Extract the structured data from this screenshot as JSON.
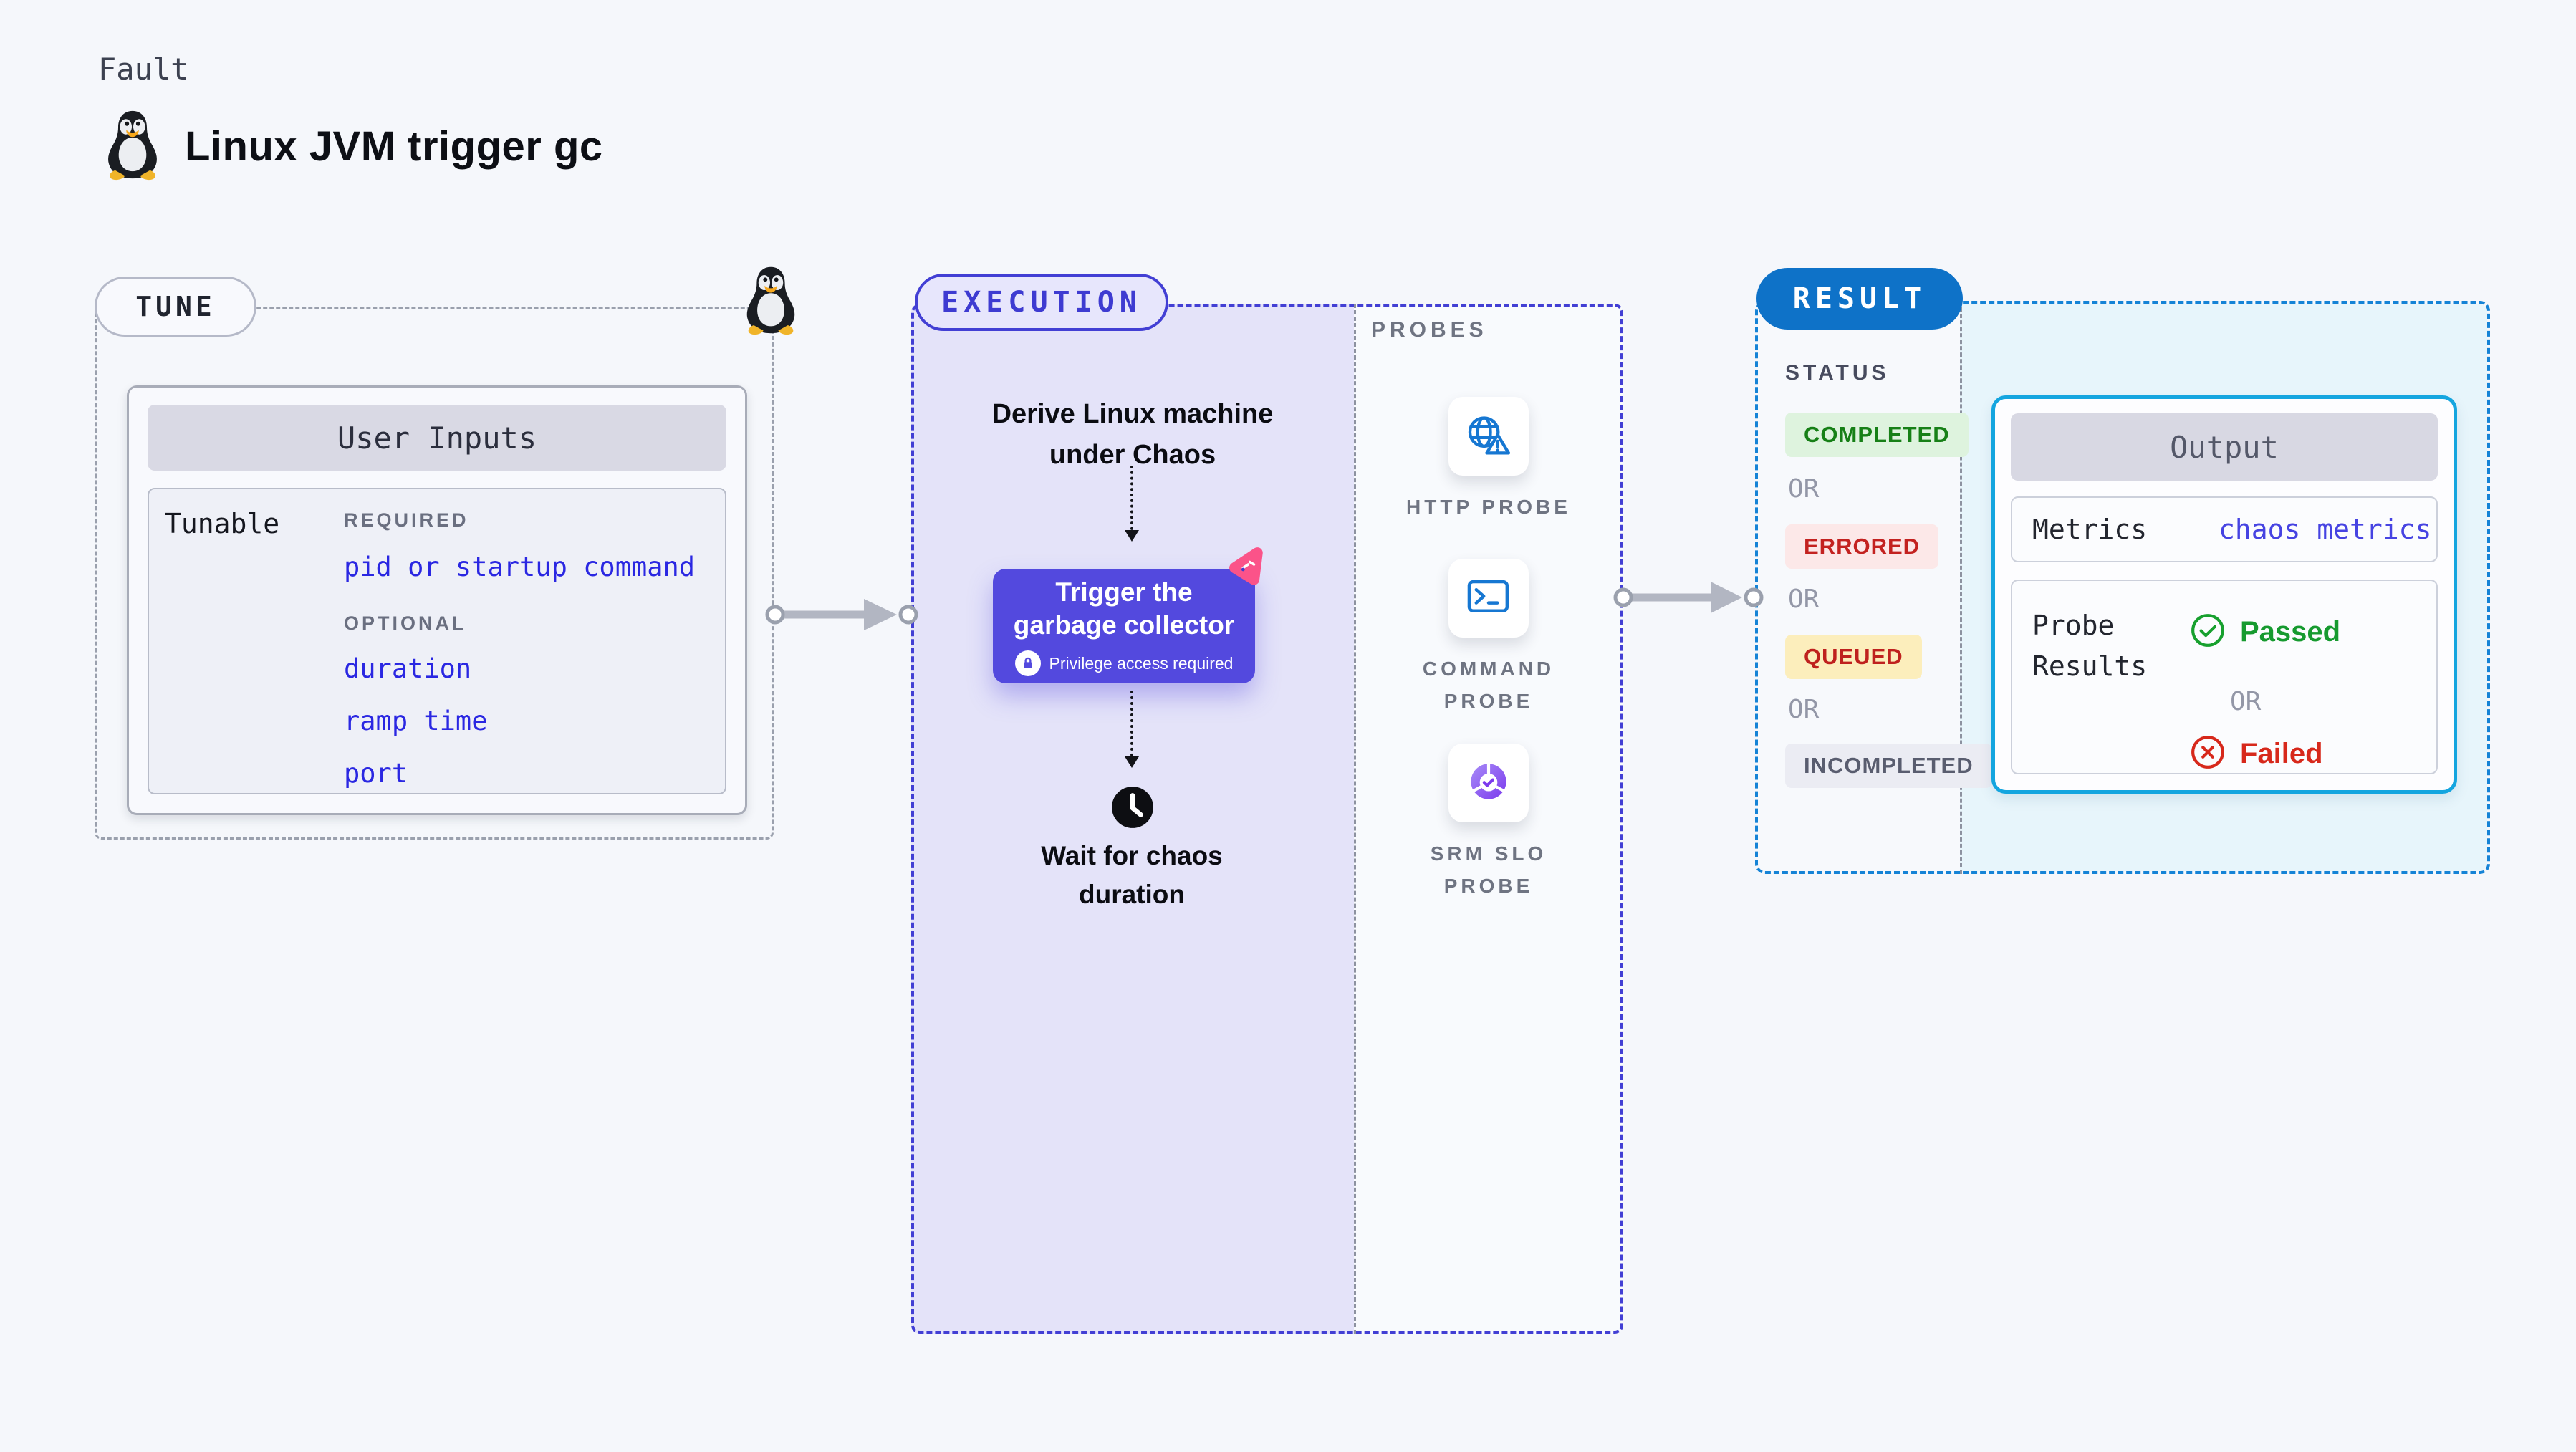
{
  "header": {
    "eyebrow": "Fault",
    "title": "Linux JVM trigger gc",
    "title_icon": "tux-penguin-icon"
  },
  "colors": {
    "page_bg": "#f5f7fb",
    "indigo_accent": "#423fd4",
    "execution_fill": "#e4e3f9",
    "action_button": "#5349de",
    "result_blue": "#0e72c8",
    "result_fill": "#e7f5fb",
    "output_border": "#14a5df",
    "probe_icon_blue": "#1677d2",
    "srm_purple": "#7c3aed",
    "chaos_pink": "#fb5389",
    "link_blue": "#2a27e2",
    "passed_green": "#17a02e",
    "failed_red": "#d7281b"
  },
  "tune": {
    "badge": "TUNE",
    "corner_icon": "tux-penguin-icon",
    "card": {
      "header": "User Inputs",
      "row_label": "Tunable",
      "required_label": "REQUIRED",
      "required_items": [
        {
          "label": "pid or startup command"
        }
      ],
      "optional_label": "OPTIONAL",
      "optional_items": [
        {
          "label": "duration"
        },
        {
          "label": "ramp time"
        },
        {
          "label": "port"
        }
      ]
    }
  },
  "execution": {
    "badge": "EXECUTION",
    "derive": {
      "line1": "Derive Linux machine",
      "line2": "under Chaos"
    },
    "action": {
      "line1": "Trigger the",
      "line2": "garbage collector",
      "note": "Privilege access required",
      "note_icon": "lock-icon",
      "corner_icon": "chaos-pink-icon"
    },
    "wait": {
      "icon": "clock-icon",
      "line1": "Wait for chaos",
      "line2": "duration"
    }
  },
  "probes": {
    "title": "PROBES",
    "items": [
      {
        "icon": "globe-alert-icon",
        "label_line1": "HTTP PROBE",
        "label_line2": ""
      },
      {
        "icon": "terminal-icon",
        "label_line1": "COMMAND",
        "label_line2": "PROBE"
      },
      {
        "icon": "donut-check-icon",
        "label_line1": "SRM SLO",
        "label_line2": "PROBE"
      }
    ]
  },
  "result": {
    "badge": "RESULT",
    "status": {
      "title": "STATUS",
      "or_label": "OR",
      "items": [
        {
          "label": "COMPLETED",
          "text_color": "#178017",
          "bg_color": "#def3de"
        },
        {
          "label": "ERRORED",
          "text_color": "#c32220",
          "bg_color": "#fce8e8"
        },
        {
          "label": "QUEUED",
          "text_color": "#bf211e",
          "bg_color": "#fceebc"
        },
        {
          "label": "INCOMPLETED",
          "text_color": "#595d6f",
          "bg_color": "#ebecf3"
        }
      ]
    },
    "output": {
      "header": "Output",
      "metrics_label": "Metrics",
      "metrics_value": "chaos metrics",
      "probe_results_label_line1": "Probe",
      "probe_results_label_line2": "Results",
      "passed_label": "Passed",
      "passed_icon": "check-circle-icon",
      "or_label": "OR",
      "failed_label": "Failed",
      "failed_icon": "x-circle-icon"
    }
  }
}
